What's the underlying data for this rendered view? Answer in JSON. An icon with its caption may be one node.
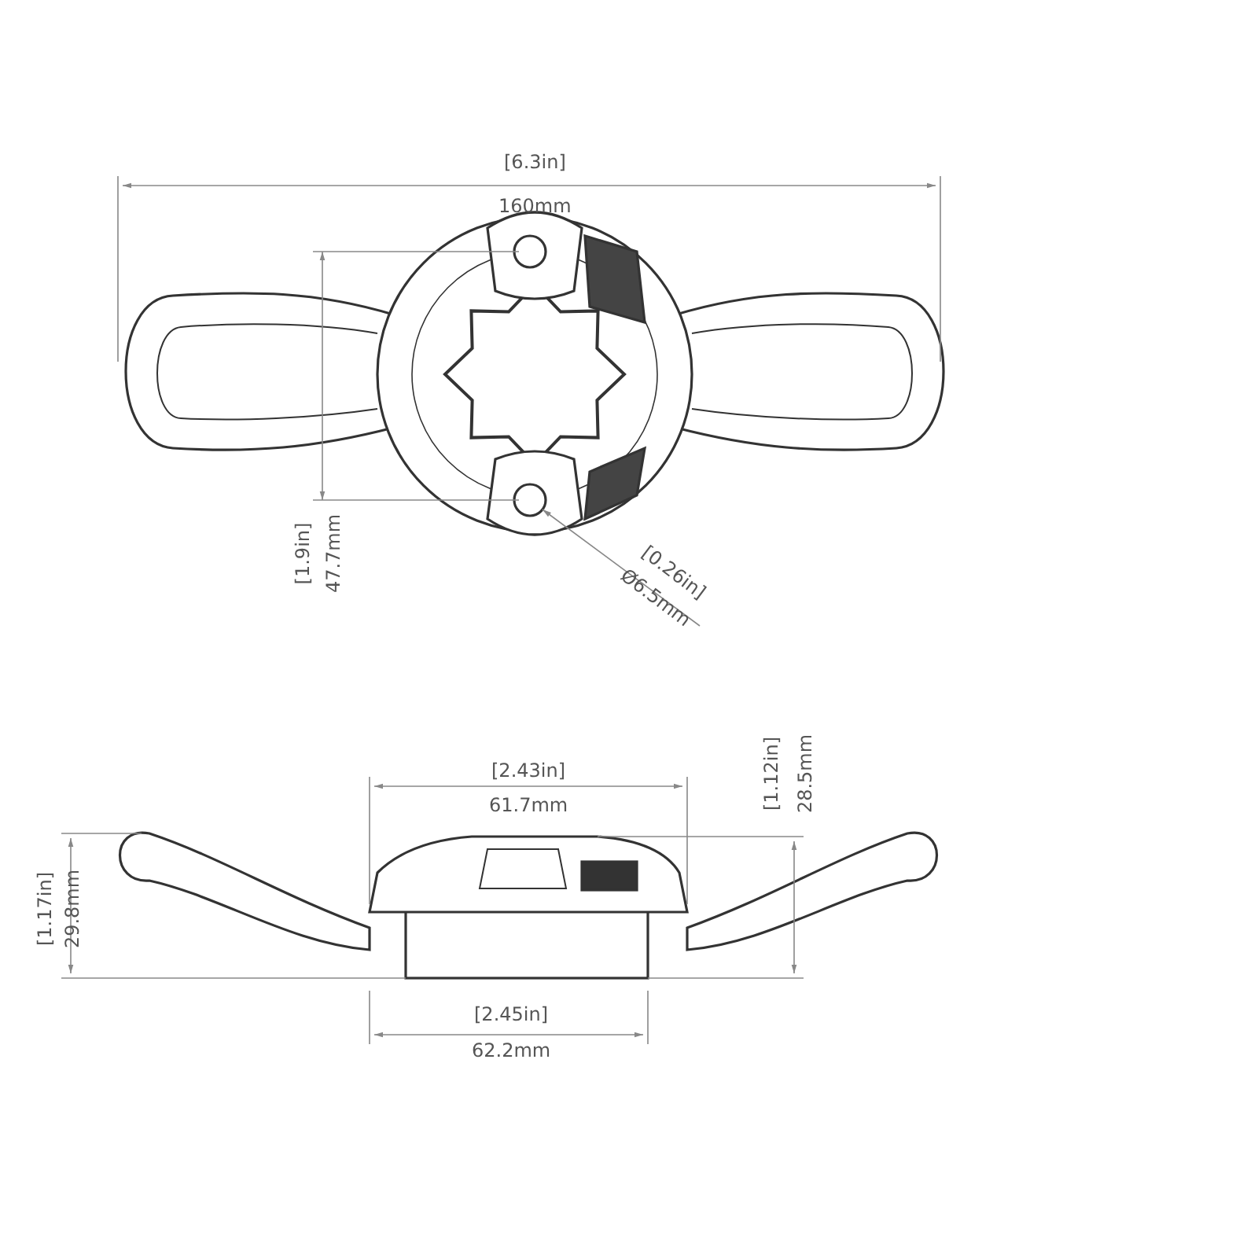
{
  "diagram": {
    "labels": [
      "[6.3in]",
      "160mm",
      "[1.9in]",
      "47.7mm",
      "[0.26in]",
      "Ø6.5mm",
      "[2.43in]",
      "61.7mm",
      "[1.12in]",
      "28.5mm",
      "[1.17in]",
      "29.8mm",
      "[2.45in]",
      "62.2mm"
    ]
  }
}
